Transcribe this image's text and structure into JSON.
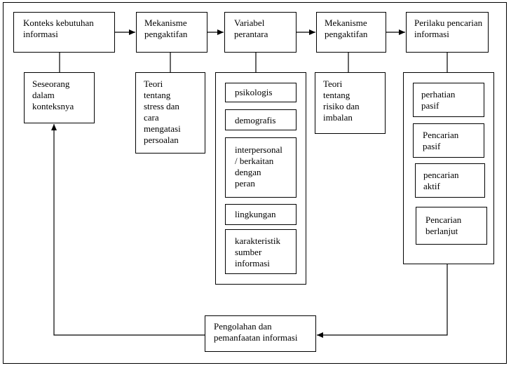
{
  "top": {
    "context": "Konteks kebutuhan\ninformasi",
    "activate1": "Mekanisme\npengaktifan",
    "intervening": "Variabel\nperantara",
    "activate2": "Mekanisme\npengaktifan",
    "behavior": "Perilaku pencarian\ninformasi"
  },
  "person": "Seseorang\ndalam\nkonteksnya",
  "stress": "Teori\ntentang\nstress dan\ncara\nmengatasi\npersoalan",
  "risk": "Teori\ntentang\nrisiko dan\nimbalan",
  "variables": [
    "psikologis",
    "demografis",
    "interpersonal\n/ berkaitan\ndengan\nperan",
    "lingkungan",
    "karakteristik\nsumber\ninformasi"
  ],
  "search_types": [
    "perhatian\npasif",
    "Pencarian\npasif",
    "pencarian\naktif",
    "Pencarian\nberlanjut"
  ],
  "processing": "Pengolahan dan\npemanfaatan informasi"
}
